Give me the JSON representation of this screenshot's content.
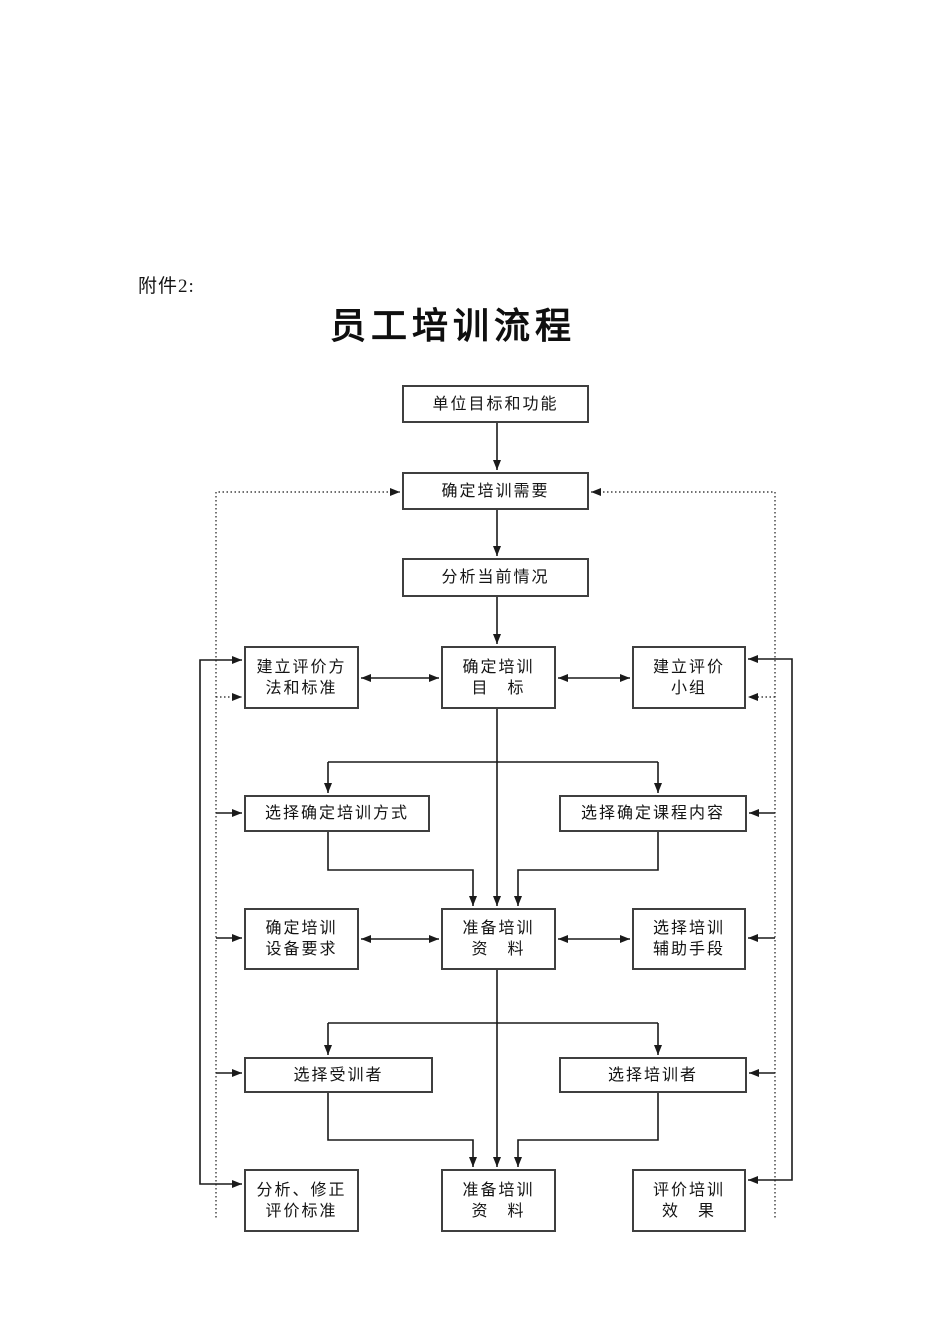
{
  "page": {
    "attachment_label": "附件2:",
    "title": "员工培训流程"
  },
  "boxes": {
    "unit_goals": {
      "lines": [
        "单位目标和功能"
      ]
    },
    "training_needs": {
      "lines": [
        "确定培训需要"
      ]
    },
    "current_situation": {
      "lines": [
        "分析当前情况"
      ]
    },
    "eval_methods": {
      "lines": [
        "建立评价方",
        "法和标准"
      ]
    },
    "training_goals": {
      "lines": [
        "确定培训",
        "目　标"
      ]
    },
    "eval_team": {
      "lines": [
        "建立评价",
        "小组"
      ]
    },
    "training_method": {
      "lines": [
        "选择确定培训方式"
      ]
    },
    "course_content": {
      "lines": [
        "选择确定课程内容"
      ]
    },
    "equipment_req": {
      "lines": [
        "确定培训",
        "设备要求"
      ]
    },
    "materials_mid": {
      "lines": [
        "准备培训",
        "资　料"
      ]
    },
    "aux_means": {
      "lines": [
        "选择培训",
        "辅助手段"
      ]
    },
    "trainees": {
      "lines": [
        "选择受训者"
      ]
    },
    "trainers": {
      "lines": [
        "选择培训者"
      ]
    },
    "revise_standards": {
      "lines": [
        "分析、修正",
        "评价标准"
      ]
    },
    "materials_bottom": {
      "lines": [
        "准备培训",
        "资　料"
      ]
    },
    "eval_results": {
      "lines": [
        "评价培训",
        "效　果"
      ]
    }
  },
  "colors": {
    "background": "#ffffff",
    "line": "#1a1a1a",
    "box_border": "#3f3f3f",
    "text": "#141414"
  }
}
